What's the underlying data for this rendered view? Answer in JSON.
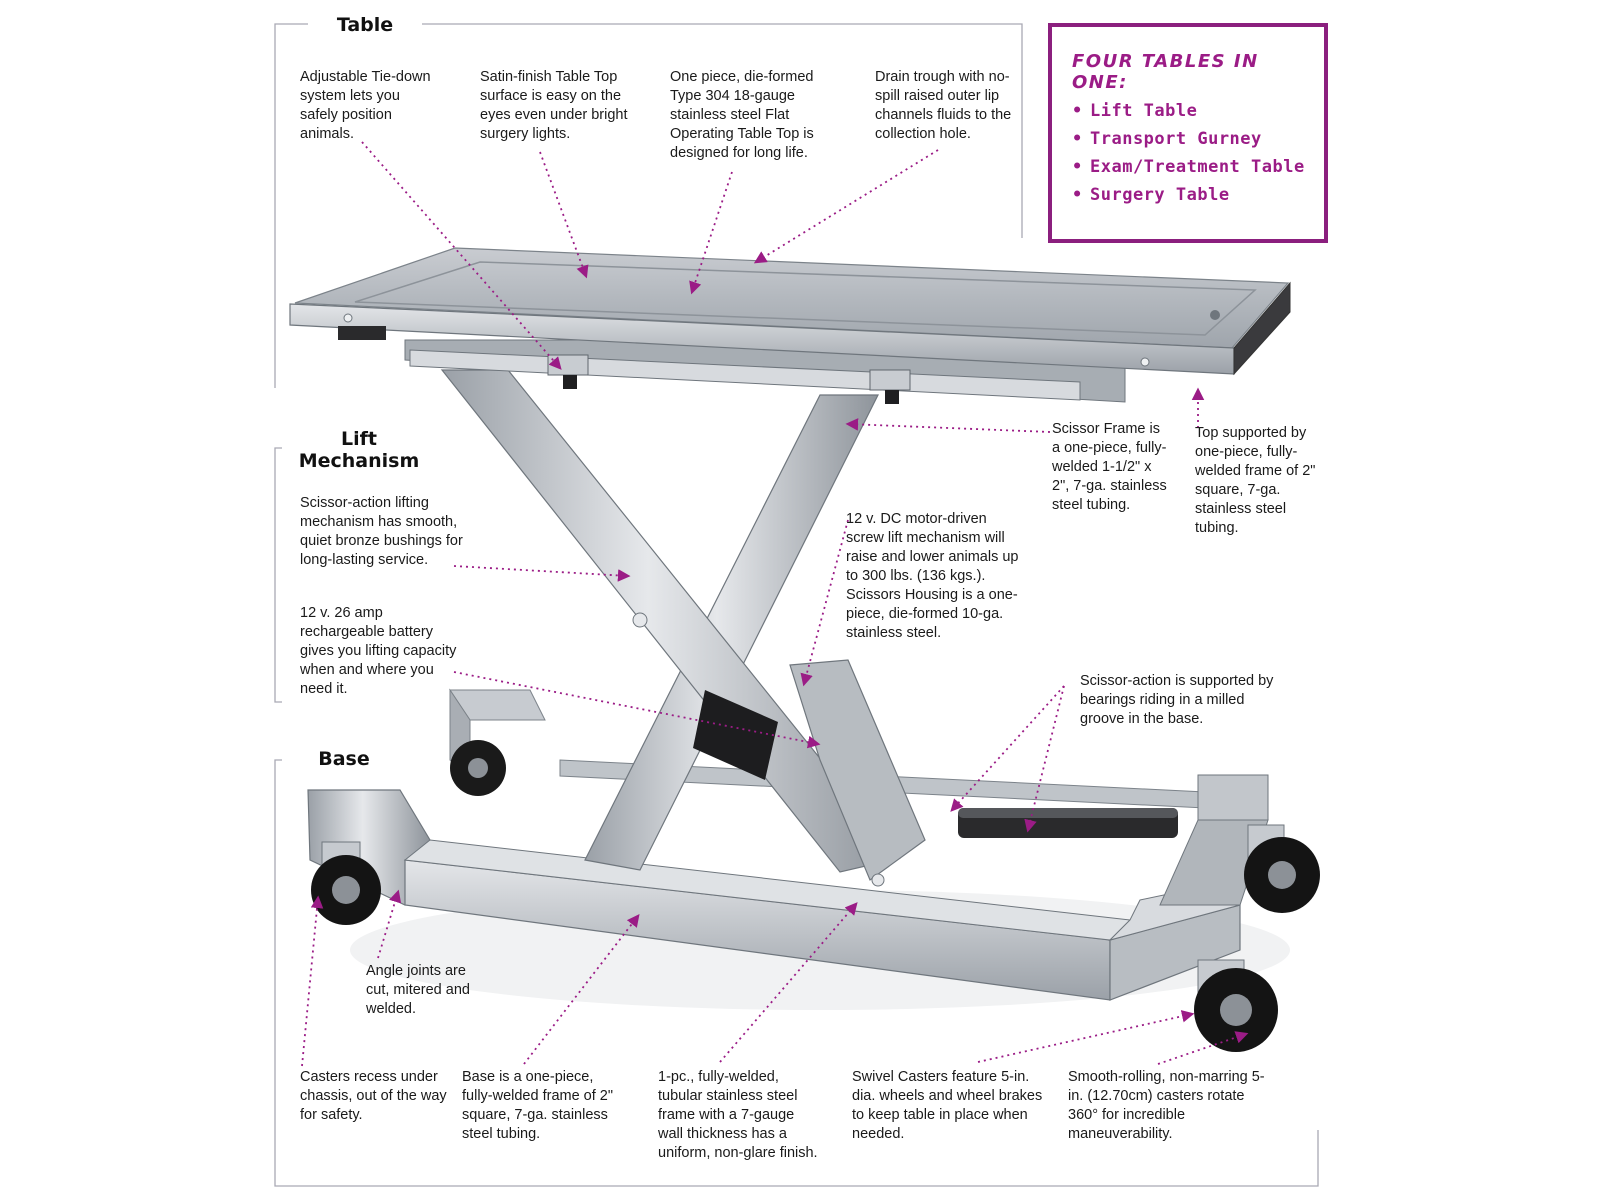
{
  "sections": {
    "table": "Table",
    "lift": "Lift Mechanism",
    "base": "Base"
  },
  "feature_box": {
    "title": "FOUR TABLES IN ONE:",
    "items": [
      "Lift Table",
      "Transport Gurney",
      "Exam/Treatment Table",
      "Surgery Table"
    ]
  },
  "callouts": {
    "tie_down": "Adjustable Tie-down system lets you safely position animals.",
    "satin": "Satin-finish Table Top surface is easy on the eyes even under bright surgery lights.",
    "one_piece": "One piece, die-formed Type 304 18-gauge stainless steel Flat Operating Table Top is designed for long life.",
    "drain": "Drain trough with no-spill raised outer lip channels fluids to the collection hole.",
    "scissor_frame": "Scissor Frame is a one-piece, fully-welded 1-1/2\" x 2\", 7-ga. stainless steel tubing.",
    "top_supported": "Top supported by one-piece, fully-welded frame of 2\" square, 7-ga. stainless steel tubing.",
    "scissor_action": "Scissor-action lifting mechanism has smooth, quiet bronze bushings for long-lasting service.",
    "battery": "12 v. 26 amp rechargeable battery gives you lifting capacity when and where you need it.",
    "motor": "12 v. DC motor-driven screw lift mechanism will raise and lower animals up to 300 lbs. (136 kgs.). Scissors Housing is a one-piece, die-formed 10-ga. stainless steel.",
    "bearings": "Scissor-action is supported by bearings riding in a milled groove in the base.",
    "angle_joints": "Angle joints are cut, mitered and welded.",
    "casters_recess": "Casters recess under chassis, out of the way for safety.",
    "base_frame": "Base is a one-piece, fully-welded frame of 2\" square, 7-ga. stainless steel tubing.",
    "tubular": "1-pc., fully-welded, tubular stainless steel frame with a 7-gauge wall thickness has a uniform, non-glare finish.",
    "swivel": "Swivel Casters feature 5-in. dia. wheels and wheel brakes to keep table in place when needed.",
    "smooth_rolling": "Smooth-rolling, non-marring 5-in. (12.70cm) casters rotate 360° for incredible maneuverability."
  },
  "colors": {
    "accent": "#9b1c86",
    "steel_light": "#d9dce0",
    "steel_dark": "#8d939a",
    "bracket": "#a9a9b4"
  }
}
